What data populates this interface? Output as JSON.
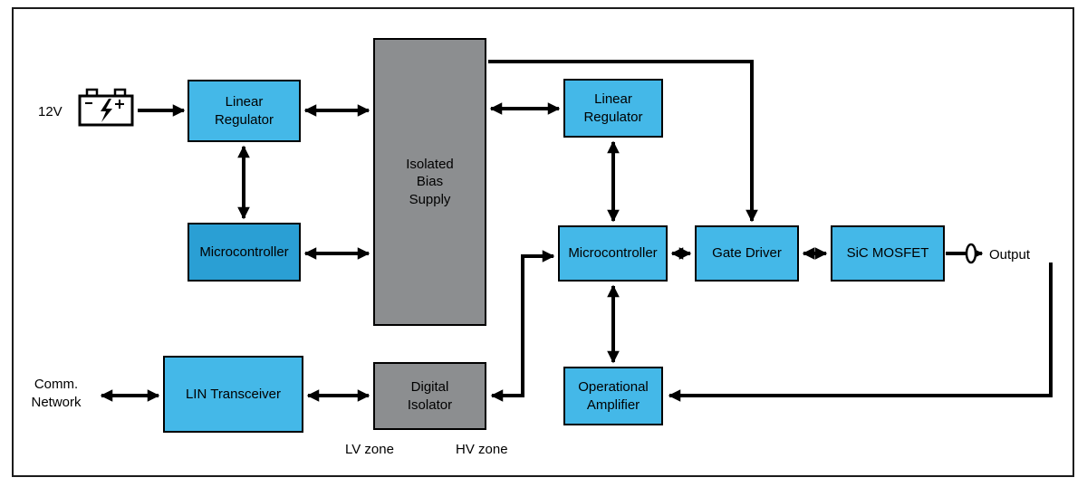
{
  "colors": {
    "block_blue": "#44b8e8",
    "block_blue_dark": "#2a9fd4",
    "block_gray": "#8c8e90",
    "line": "#000000",
    "background": "#ffffff"
  },
  "blocks": {
    "linear_regulator_lv": [
      "Linear",
      "Regulator"
    ],
    "microcontroller_lv": [
      "Microcontroller"
    ],
    "isolated_bias_supply": [
      "Isolated",
      "Bias",
      "Supply"
    ],
    "linear_regulator_hv": [
      "Linear",
      "Regulator"
    ],
    "microcontroller_hv": [
      "Microcontroller"
    ],
    "gate_driver": [
      "Gate Driver"
    ],
    "sic_mosfet": [
      "SiC MOSFET"
    ],
    "operational_amplifier": [
      "Operational",
      "Amplifier"
    ],
    "digital_isolator": [
      "Digital",
      "Isolator"
    ],
    "lin_transceiver": [
      "LIN Transceiver"
    ]
  },
  "labels": {
    "battery": "12V",
    "comm_network": [
      "Comm.",
      "Network"
    ],
    "output": "Output",
    "lv_zone": "LV zone",
    "hv_zone": "HV zone"
  }
}
